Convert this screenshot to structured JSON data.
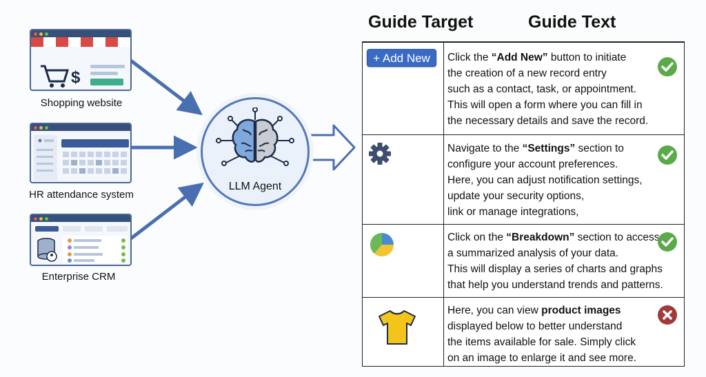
{
  "headers": {
    "target": "Guide Target",
    "text": "Guide Text"
  },
  "sources": [
    {
      "label": "Shopping website"
    },
    {
      "label": "HR attendance system"
    },
    {
      "label": "Enterprise CRM"
    }
  ],
  "agent": {
    "label": "LLM Agent"
  },
  "guides": [
    {
      "target": {
        "kind": "button",
        "label": "+ Add New",
        "icon": "plus-icon"
      },
      "lines": [
        {
          "pre": "Click the ",
          "bold": "“Add New”",
          "post": " button to initiate"
        },
        {
          "pre": "the creation of a new record entry",
          "bold": "",
          "post": ""
        },
        {
          "pre": "such as a contact, task, or appointment.",
          "bold": "",
          "post": ""
        },
        {
          "pre": "This will open a form where you can fill in",
          "bold": "",
          "post": ""
        },
        {
          "pre": "the necessary details and save the record.",
          "bold": "",
          "post": ""
        }
      ],
      "status": "correct"
    },
    {
      "target": {
        "kind": "icon",
        "icon": "gear-icon"
      },
      "lines": [
        {
          "pre": "Navigate to the ",
          "bold": "“Settings”",
          "post": " section to"
        },
        {
          "pre": "configure your account preferences.",
          "bold": "",
          "post": ""
        },
        {
          "pre": "Here, you can adjust notification settings,",
          "bold": "",
          "post": ""
        },
        {
          "pre": "update your security options,",
          "bold": "",
          "post": ""
        },
        {
          "pre": "link or manage integrations,",
          "bold": "",
          "post": ""
        }
      ],
      "status": "correct"
    },
    {
      "target": {
        "kind": "icon",
        "icon": "pie-chart-icon"
      },
      "lines": [
        {
          "pre": "Click on the ",
          "bold": "“Breakdown”",
          "post": " section to access"
        },
        {
          "pre": "a summarized analysis of your data.",
          "bold": "",
          "post": ""
        },
        {
          "pre": "This will display a series of charts and graphs",
          "bold": "",
          "post": ""
        },
        {
          "pre": "that help you understand trends and patterns.",
          "bold": "",
          "post": ""
        }
      ],
      "status": "correct"
    },
    {
      "target": {
        "kind": "icon",
        "icon": "tshirt-icon"
      },
      "lines": [
        {
          "pre": "Here, you can view ",
          "bold": "product images",
          "post": ""
        },
        {
          "pre": "displayed below to better understand",
          "bold": "",
          "post": ""
        },
        {
          "pre": "the items available for sale. Simply click",
          "bold": "",
          "post": ""
        },
        {
          "pre": "on an image to enlarge it and see more.",
          "bold": "",
          "post": ""
        }
      ],
      "status": "incorrect"
    }
  ],
  "colors": {
    "arrow": "#4a6fb0",
    "window_frame": "#35507a",
    "button": "#3a6bc4",
    "check": "#5aaa4a",
    "cross": "#a23a3a",
    "gear": "#3d4d6d",
    "shirt": "#f3c51b"
  }
}
